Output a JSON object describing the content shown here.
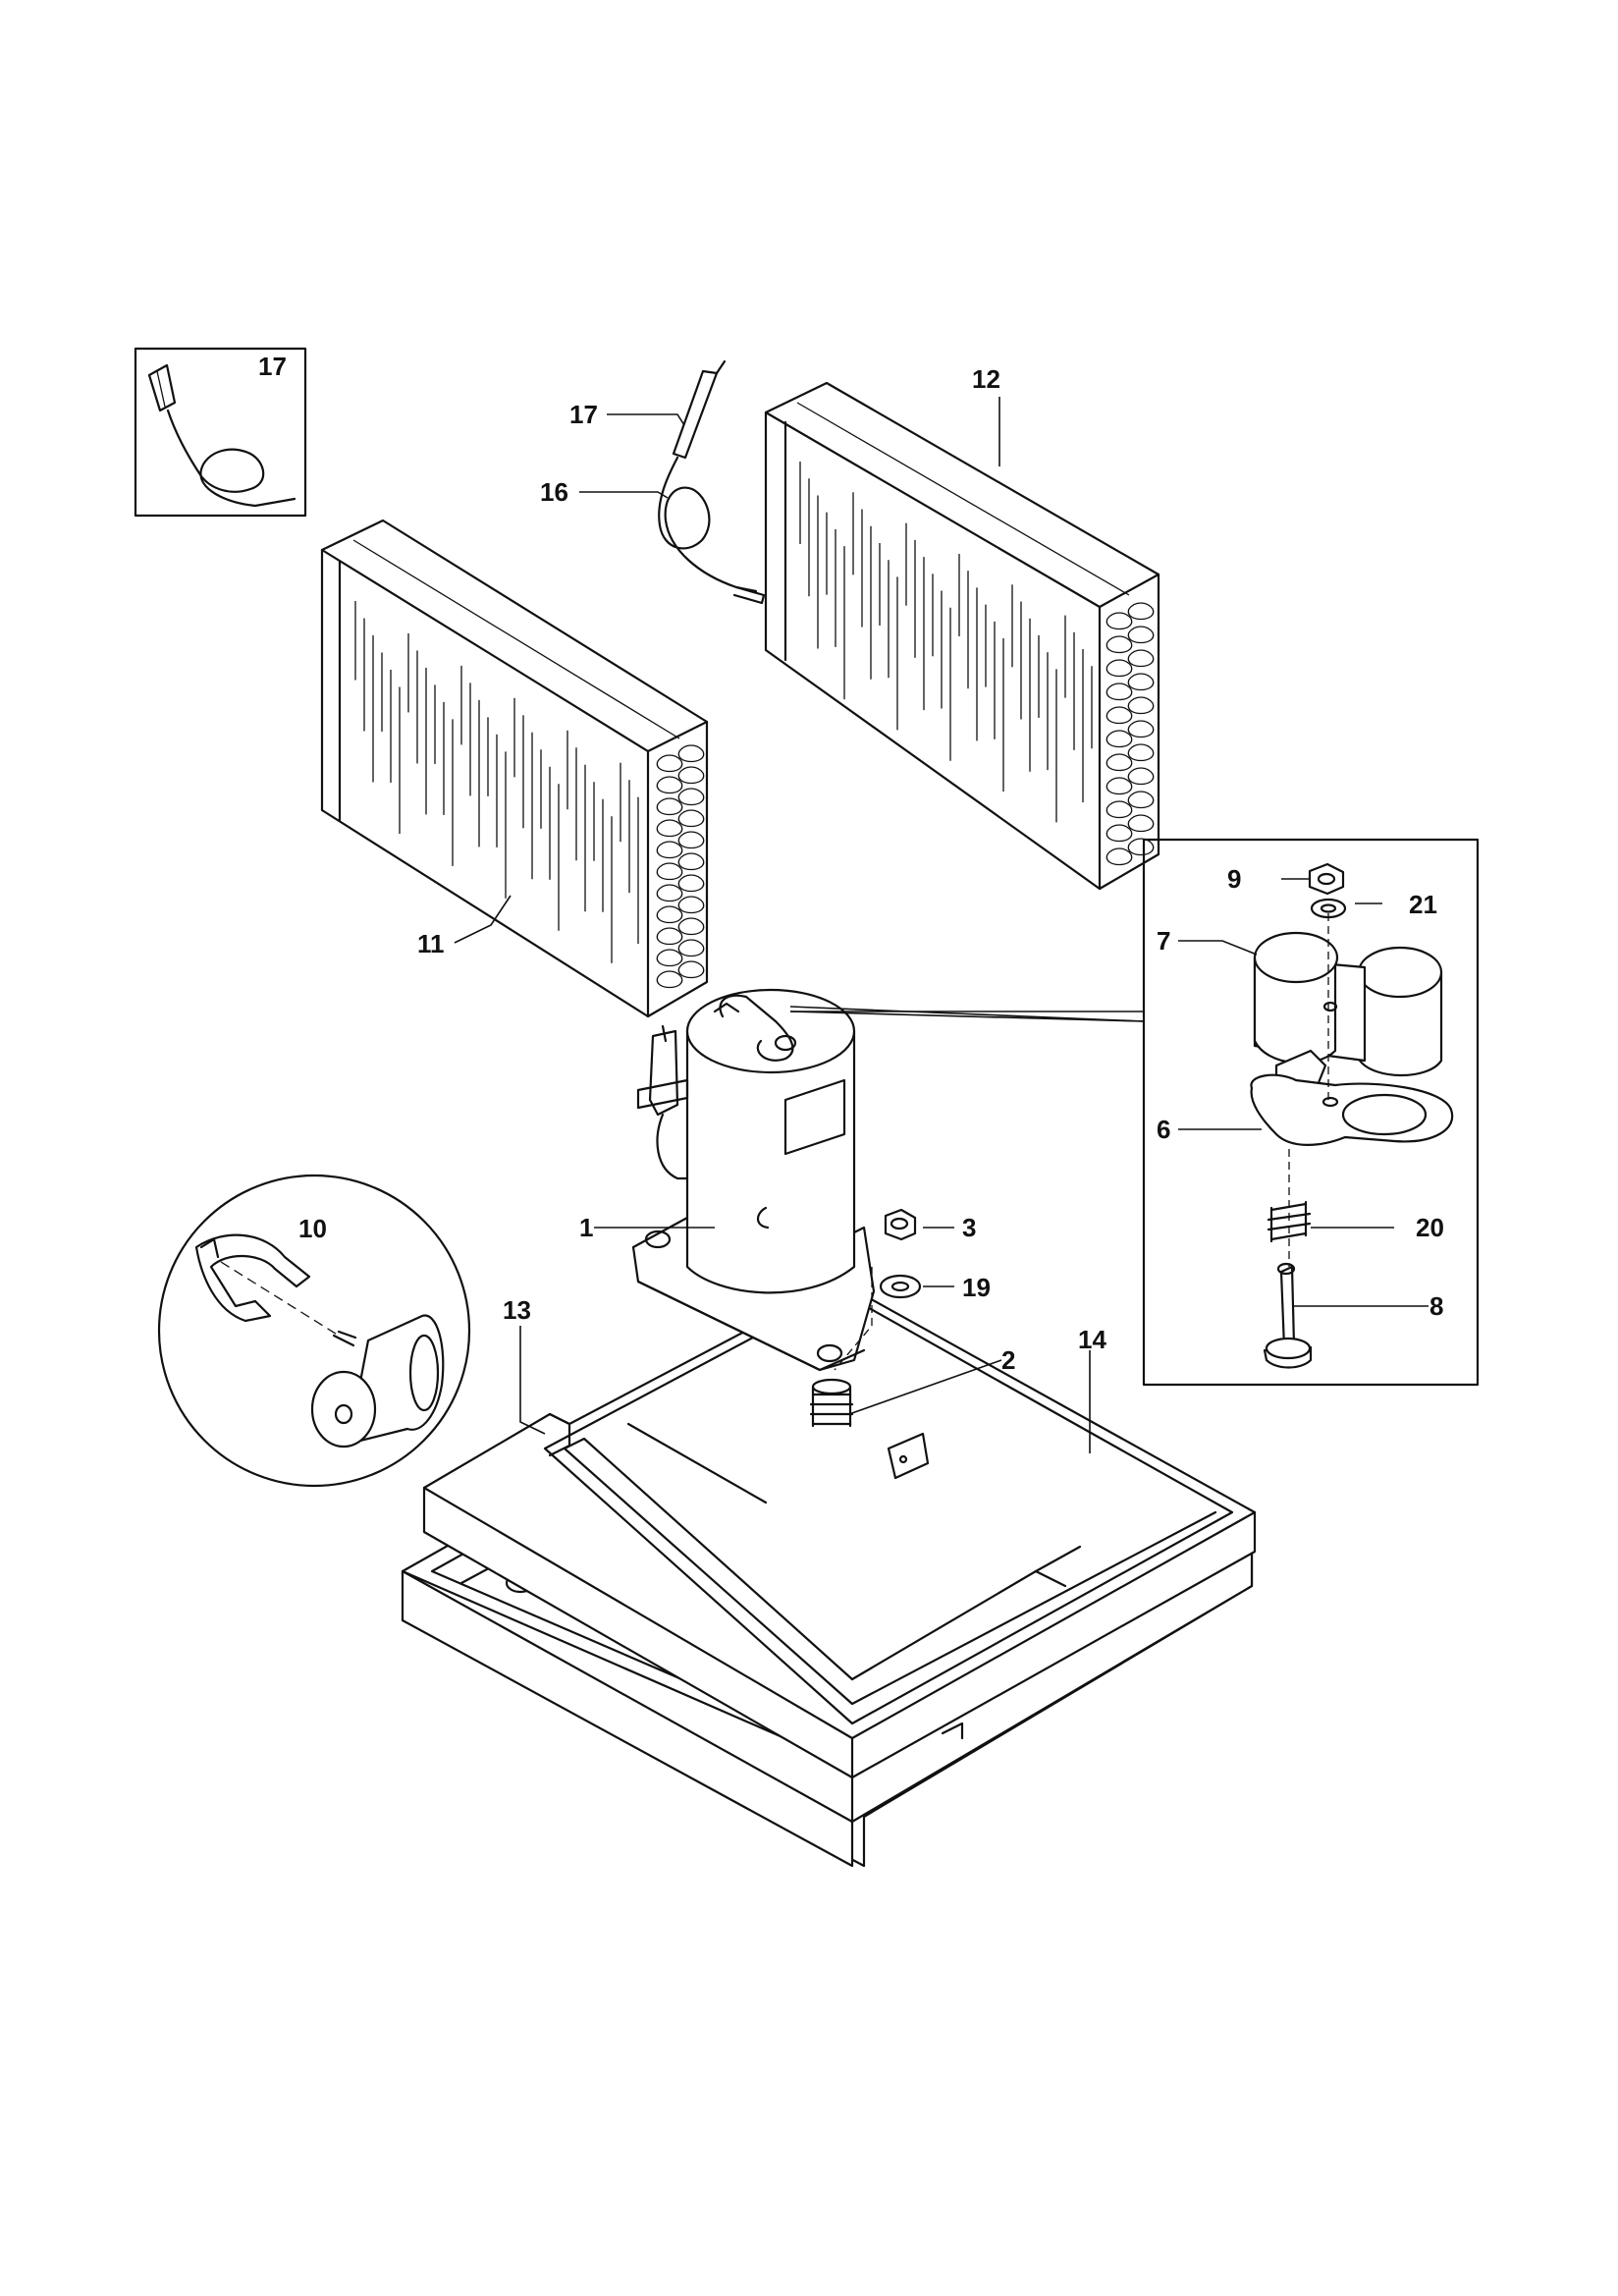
{
  "callouts": {
    "c1": "1",
    "c2": "2",
    "c3": "3",
    "c6": "6",
    "c7": "7",
    "c8": "8",
    "c9": "9",
    "c10": "10",
    "c11": "11",
    "c12": "12",
    "c13": "13",
    "c14": "14",
    "c16": "16",
    "c17a": "17",
    "c17b": "17",
    "c19": "19",
    "c20": "20",
    "c21": "21"
  }
}
